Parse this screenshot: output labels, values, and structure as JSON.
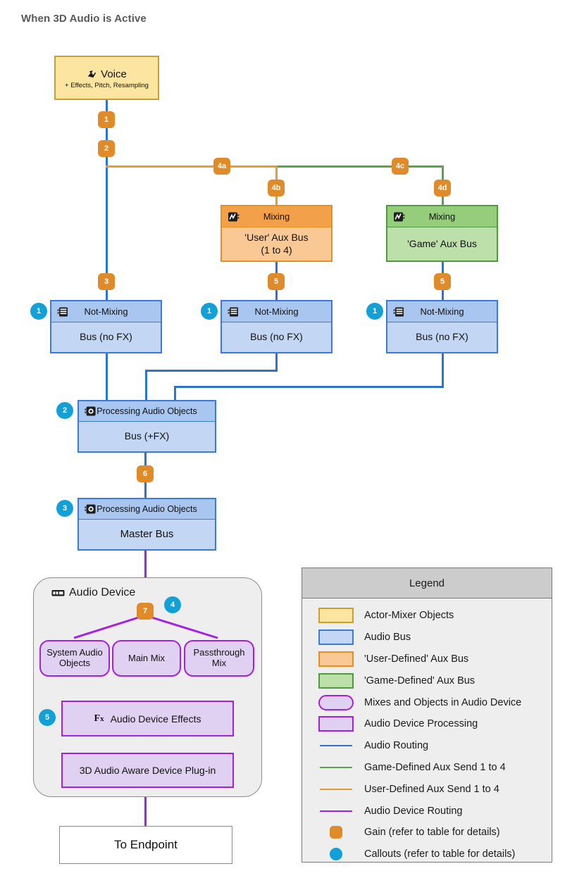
{
  "title": "When 3D Audio is Active",
  "nodes": {
    "voice": {
      "title": "Voice",
      "subtitle": "+ Effects, Pitch, Resampling",
      "icon": "voice-icon"
    },
    "user_aux": {
      "header": "Mixing",
      "body": "'User' Aux Bus",
      "body2": "(1 to 4)",
      "icon": "mixing-icon"
    },
    "game_aux": {
      "header": "Mixing",
      "body": "'Game' Aux Bus",
      "icon": "mixing-icon"
    },
    "bus_left": {
      "header": "Not-Mixing",
      "body": "Bus (no FX)",
      "icon": "bus-icon"
    },
    "bus_mid": {
      "header": "Not-Mixing",
      "body": "Bus (no FX)",
      "icon": "bus-icon"
    },
    "bus_right": {
      "header": "Not-Mixing",
      "body": "Bus (no FX)",
      "icon": "bus-icon"
    },
    "bus_fx": {
      "header": "Processing Audio Objects",
      "body": "Bus (+FX)",
      "icon": "audio-objects-icon"
    },
    "master_bus": {
      "header": "Processing Audio Objects",
      "body": "Master Bus",
      "icon": "audio-objects-icon"
    },
    "device": {
      "label": "Audio Device",
      "icon": "audio-device-icon"
    },
    "system_objects": {
      "label": "System Audio Objects"
    },
    "main_mix": {
      "label": "Main Mix"
    },
    "passthrough": {
      "label": "Passthrough Mix"
    },
    "device_fx": {
      "label": "Audio Device Effects",
      "icon": "fx-icon"
    },
    "device_plugin": {
      "label": "3D Audio Aware Device Plug-in"
    },
    "endpoint": {
      "label": "To Endpoint"
    }
  },
  "gains": {
    "g1": "1",
    "g2": "2",
    "g3": "3",
    "g4a": "4a",
    "g4b": "4b",
    "g4c": "4c",
    "g4d": "4d",
    "g5_mid": "5",
    "g5_right": "5",
    "g6": "6",
    "g7": "7"
  },
  "callouts": {
    "c1_left": "1",
    "c1_mid": "1",
    "c1_right": "1",
    "c2": "2",
    "c3": "3",
    "c4": "4",
    "c5": "5"
  },
  "legend": {
    "title": "Legend",
    "items": [
      {
        "label": "Actor-Mixer Objects",
        "swatch": "box",
        "fill": "#fbe5a1",
        "stroke": "#c8a02a"
      },
      {
        "label": "Audio Bus",
        "swatch": "box",
        "fill": "#c3d7f5",
        "stroke": "#3b7ad9"
      },
      {
        "label": "'User-Defined' Aux Bus",
        "swatch": "box",
        "fill": "#f9c894",
        "stroke": "#e8901e"
      },
      {
        "label": "'Game-Defined' Aux Bus",
        "swatch": "box",
        "fill": "#bddfaa",
        "stroke": "#4f9a3d"
      },
      {
        "label": "Mixes and Objects in Audio Device",
        "swatch": "round",
        "fill": "#e0d0f2",
        "stroke": "#a321e0"
      },
      {
        "label": "Audio Device Processing",
        "swatch": "box",
        "fill": "#e0d0f2",
        "stroke": "#a321e0"
      },
      {
        "label": "Audio Routing",
        "swatch": "line",
        "fill": "#2e75c9",
        "stroke": "#2e75c9"
      },
      {
        "label": "Game-Defined Aux Send 1 to 4",
        "swatch": "line",
        "fill": "#5aa34a",
        "stroke": "#5aa34a"
      },
      {
        "label": "User-Defined Aux Send 1 to 4",
        "swatch": "line",
        "fill": "#eb9a30",
        "stroke": "#eb9a30"
      },
      {
        "label": "Audio Device Routing",
        "swatch": "line",
        "fill": "#a321e0",
        "stroke": "#a321e0"
      },
      {
        "label": "Gain (refer to table for details)",
        "swatch": "gain",
        "fill": "#e08b29",
        "stroke": "#e08b29"
      },
      {
        "label": "Callouts (refer to table for details)",
        "swatch": "callout",
        "fill": "#13a0d6",
        "stroke": "#13a0d6"
      }
    ]
  },
  "colors": {
    "audio_routing": "#2e75c9",
    "game_send": "#5aa34a",
    "user_send": "#eb9a30",
    "device_routing": "#a321e0",
    "gain_badge": "#e08b29",
    "callout_badge": "#13a0d6"
  }
}
